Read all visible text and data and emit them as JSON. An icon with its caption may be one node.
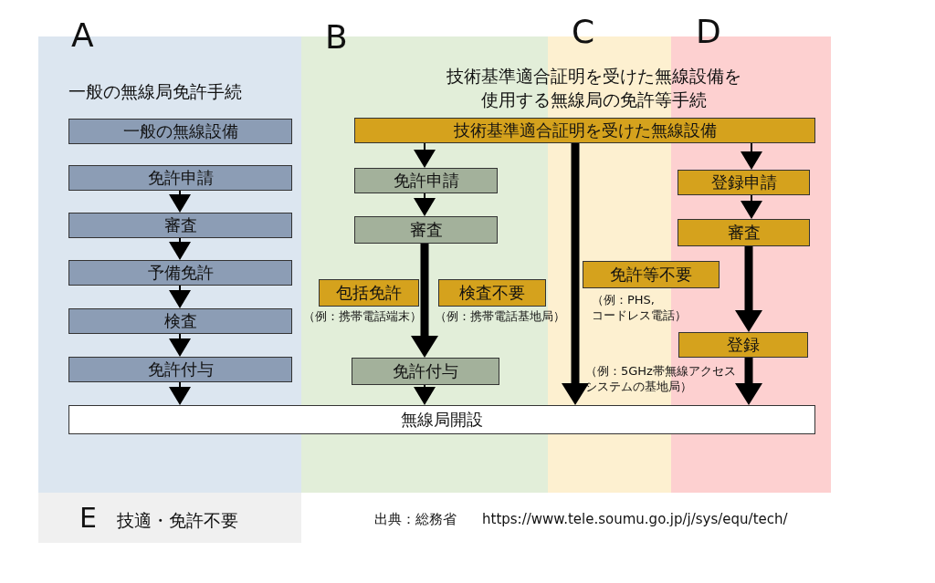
{
  "diagram": {
    "nodes": [
      {
        "text": [
          "一般の無線設備"
        ]
      },
      {
        "text": [
          "免許申請"
        ]
      },
      {
        "text": [
          "審査"
        ]
      },
      {
        "text": [
          "予備免許"
        ]
      },
      {
        "text": [
          "検査"
        ]
      },
      {
        "text": [
          "免許付与"
        ]
      },
      {
        "text": [
          "無線局開設"
        ]
      },
      {
        "text": [
          "技術基準適合証明を受けた無線設備"
        ]
      },
      {
        "text": [
          "免許申請"
        ]
      },
      {
        "text": [
          "審査"
        ]
      },
      {
        "text": [
          "包括免許"
        ],
        "beside": [
          "（例：携帯電話端末）"
        ]
      },
      {
        "text": [
          "検査不要"
        ],
        "beside": [
          "（例：携帯電話基地局）"
        ]
      },
      {
        "text": [
          "免許付与"
        ]
      },
      {
        "text": [
          "免許等不要"
        ],
        "beside": [
          "（例：PHS, コードレス電話）"
        ]
      },
      {
        "text": [
          "登録申請"
        ]
      },
      {
        "text": [
          "審査"
        ]
      },
      {
        "text": [
          "登録"
        ],
        "beside": [
          "（例：5GHz帯無線アクセスシステムの基地局）"
        ]
      },
      {
        "text": [
          "E",
          "技適・免許不要"
        ]
      }
    ],
    "edges": [
      {
        "from": 1,
        "to": 2,
        "arrow": "to"
      },
      {
        "from": 2,
        "to": 3,
        "arrow": "to"
      },
      {
        "from": 3,
        "to": 4,
        "arrow": "to"
      },
      {
        "from": 4,
        "to": 5,
        "arrow": "to"
      },
      {
        "from": 5,
        "to": 6,
        "arrow": "to"
      },
      {
        "from": 7,
        "to": 8,
        "arrow": "to"
      },
      {
        "from": 8,
        "to": 9,
        "arrow": "to"
      },
      {
        "from": 9,
        "to": 12,
        "arrow": "to",
        "style": "thick"
      },
      {
        "from": 12,
        "to": 6,
        "arrow": "to"
      },
      {
        "from": 7,
        "to": 6,
        "arrow": "to",
        "style": "thick"
      },
      {
        "from": 7,
        "to": 14,
        "arrow": "to"
      },
      {
        "from": 14,
        "to": 15,
        "arrow": "to"
      },
      {
        "from": 15,
        "to": 16,
        "arrow": "to",
        "style": "thick"
      },
      {
        "from": 16,
        "to": 6,
        "arrow": "to",
        "style": "thick"
      }
    ],
    "labels": [
      "A",
      "B",
      "C",
      "D",
      "一般の無線局免許手続",
      "技術基準適合証明を受けた無線設備を使用する無線局の免許等手続",
      "出典：総務省",
      "https://www.tele.soumu.go.jp/j/sys/equ/tech/"
    ]
  }
}
